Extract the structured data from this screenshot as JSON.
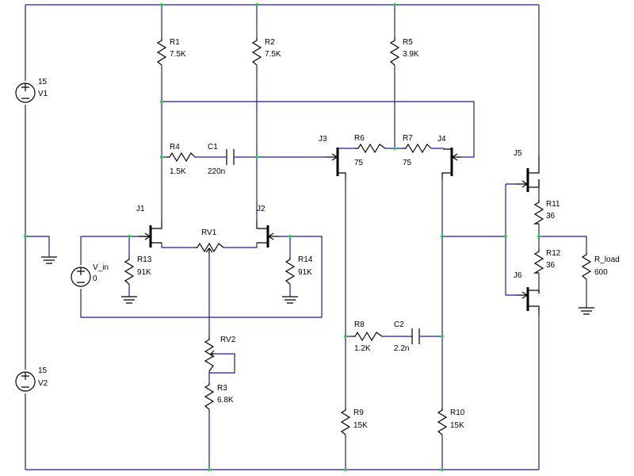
{
  "components": {
    "V1": {
      "name": "V1",
      "value": "15"
    },
    "V2": {
      "name": "V2",
      "value": "15"
    },
    "V_in": {
      "name": "V_in",
      "value": "0"
    },
    "R1": {
      "name": "R1",
      "value": "7.5K"
    },
    "R2": {
      "name": "R2",
      "value": "7.5K"
    },
    "R5": {
      "name": "R5",
      "value": "3.9K"
    },
    "R4": {
      "name": "R4",
      "value": "1.5K"
    },
    "C1": {
      "name": "C1",
      "value": "220n"
    },
    "R6": {
      "name": "R6",
      "value": "75"
    },
    "R7": {
      "name": "R7",
      "value": "75"
    },
    "R13": {
      "name": "R13",
      "value": "91K"
    },
    "R14": {
      "name": "R14",
      "value": "91K"
    },
    "RV1": {
      "name": "RV1"
    },
    "RV2": {
      "name": "RV2"
    },
    "R3": {
      "name": "R3",
      "value": "6.8K"
    },
    "R8": {
      "name": "R8",
      "value": "1.2K"
    },
    "C2": {
      "name": "C2",
      "value": "2.2n"
    },
    "R9": {
      "name": "R9",
      "value": "15K"
    },
    "R10": {
      "name": "R10",
      "value": "15K"
    },
    "R11": {
      "name": "R11",
      "value": "36"
    },
    "R12": {
      "name": "R12",
      "value": "36"
    },
    "R_load": {
      "name": "R_load",
      "value": "600"
    },
    "J1": {
      "name": "J1"
    },
    "J2": {
      "name": "J2"
    },
    "J3": {
      "name": "J3"
    },
    "J4": {
      "name": "J4"
    },
    "J5": {
      "name": "J5"
    },
    "J6": {
      "name": "J6"
    }
  },
  "colors": {
    "wire": "#1a1aa8",
    "node": "#2ecc40",
    "component": "#000000"
  }
}
